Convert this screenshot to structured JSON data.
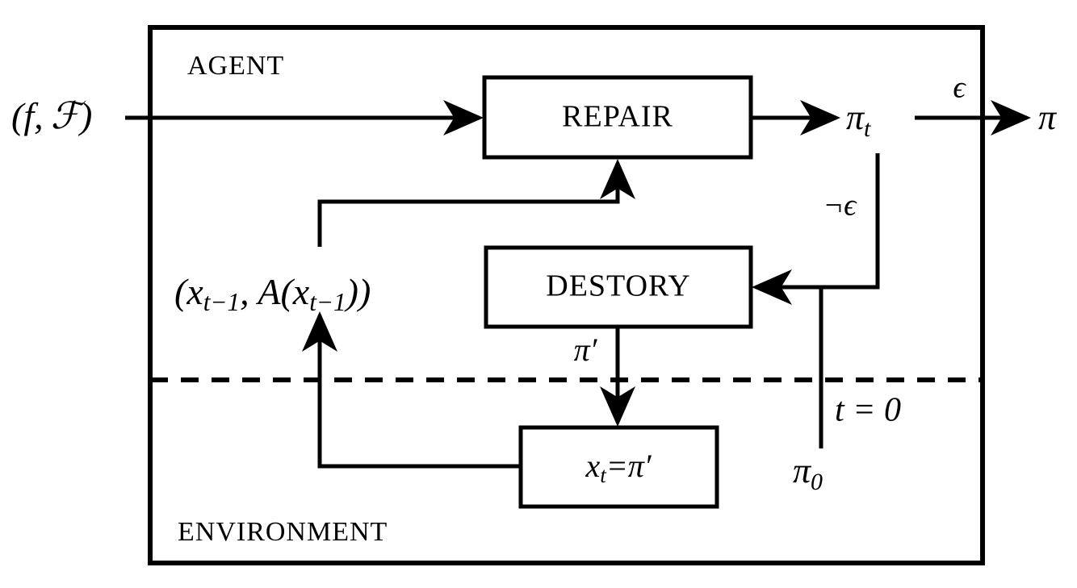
{
  "diagram": {
    "title": "Agent / Environment large neighborhood search loop",
    "colors": {
      "stroke": "#000000",
      "background": "#ffffff",
      "box_fill": "#ffffff"
    },
    "regions": [
      {
        "id": "agent",
        "label": "AGENT"
      },
      {
        "id": "environment",
        "label": "ENVIRONMENT"
      }
    ],
    "nodes": [
      {
        "id": "repair",
        "label": "REPAIR"
      },
      {
        "id": "destory",
        "label": "DESTORY"
      },
      {
        "id": "state",
        "label_parts": {
          "base": "x",
          "sub": "t",
          "rest": "=π′"
        }
      }
    ],
    "labels": {
      "input": {
        "open": "(",
        "f": "f",
        "comma": ", ",
        "script_f": "ℱ",
        "close": ")"
      },
      "pi_t": {
        "base": "π",
        "sub": "t"
      },
      "pi_out": "π",
      "epsilon": "ϵ",
      "not_epsilon": "¬ϵ",
      "pi_prime": "π′",
      "pi_zero": {
        "base": "π",
        "sub": "0"
      },
      "t_zero": "t = 0",
      "feedback": {
        "open": "(",
        "x1_base": "x",
        "x1_sub": "t−1",
        "comma": ", ",
        "a": "A",
        "inner_open": "(",
        "x2_base": "x",
        "x2_sub": "t−1",
        "inner_close": ")",
        "close": ")"
      }
    },
    "edges": [
      {
        "id": "input-to-repair",
        "from": "(f, ℱ)",
        "to": "REPAIR",
        "label": ""
      },
      {
        "id": "repair-to-pit",
        "from": "REPAIR",
        "to": "πₜ",
        "label": ""
      },
      {
        "id": "pit-to-pi",
        "from": "πₜ",
        "to": "π",
        "label": "ϵ"
      },
      {
        "id": "pit-to-destory",
        "from": "πₜ",
        "to": "DESTORY",
        "label": "¬ϵ"
      },
      {
        "id": "pi0-to-destory",
        "from": "π₀",
        "to": "DESTORY",
        "label": "t = 0"
      },
      {
        "id": "destory-to-state",
        "from": "DESTORY",
        "to": "xₜ=π′",
        "label": "π′"
      },
      {
        "id": "state-to-repair",
        "from": "xₜ=π′",
        "to": "REPAIR",
        "label": "(xₜ₋₁, A(xₜ₋₁))"
      }
    ]
  }
}
